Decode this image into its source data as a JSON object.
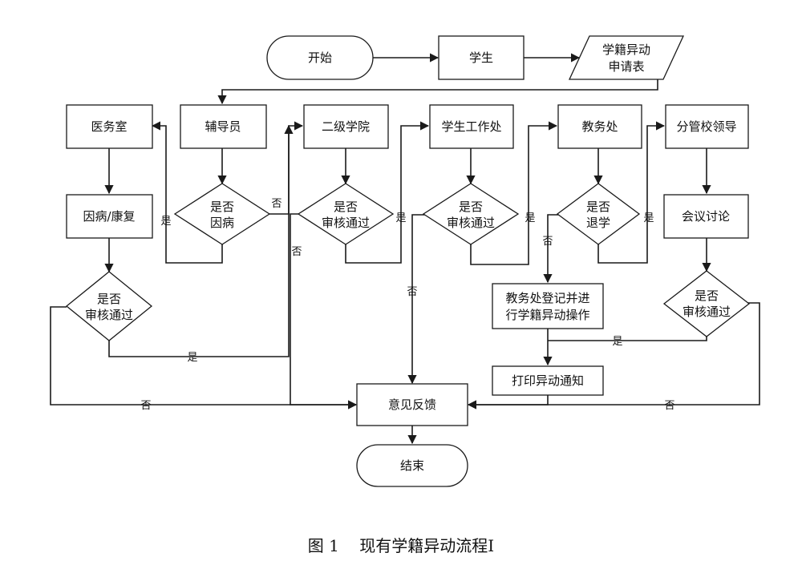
{
  "nodes": {
    "start": "开始",
    "student": "学生",
    "form_l1": "学籍异动",
    "form_l2": "申请表",
    "counselor": "辅导员",
    "secondary_college": "二级学院",
    "student_affairs": "学生工作处",
    "academic_affairs": "教务处",
    "school_leader": "分管校领导",
    "medical_room": "医务室",
    "illness_recovery": "因病/康复",
    "is_illness_l1": "是否",
    "is_illness_l2": "因病",
    "approved_college_l1": "是否",
    "approved_college_l2": "审核通过",
    "approved_affairs_l1": "是否",
    "approved_affairs_l2": "审核通过",
    "withdraw_l1": "是否",
    "withdraw_l2": "退学",
    "meeting": "会议讨论",
    "approved_medical_l1": "是否",
    "approved_medical_l2": "审核通过",
    "approved_leader_l1": "是否",
    "approved_leader_l2": "审核通过",
    "register_l1": "教务处登记并进",
    "register_l2": "行学籍异动操作",
    "print_notice": "打印异动通知",
    "feedback": "意见反馈",
    "end": "结束"
  },
  "edge_labels": {
    "yes": "是",
    "no": "否"
  },
  "caption": "图 1    现有学籍异动流程I"
}
